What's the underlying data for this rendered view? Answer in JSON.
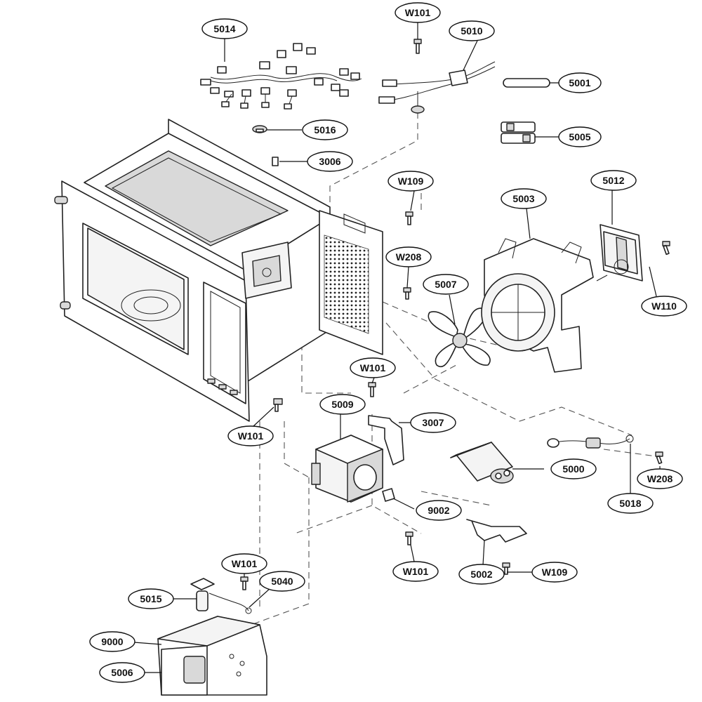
{
  "callouts": {
    "c5014": "5014",
    "cW101a": "W101",
    "c5010": "5010",
    "c5001": "5001",
    "c5016": "5016",
    "c3006": "3006",
    "c5005": "5005",
    "cW109a": "W109",
    "c5003": "5003",
    "c5012": "5012",
    "cW208a": "W208",
    "c5007": "5007",
    "cW110": "W110",
    "cW101b": "W101",
    "c5009": "5009",
    "c3007": "3007",
    "cW101c": "W101",
    "c5000": "5000",
    "cW208b": "W208",
    "c5018": "5018",
    "c9002": "9002",
    "cW101d": "W101",
    "c5002": "5002",
    "cW109b": "W109",
    "cW101e": "W101",
    "c5040": "5040",
    "c5015": "5015",
    "c9000": "9000",
    "c5006": "5006"
  }
}
